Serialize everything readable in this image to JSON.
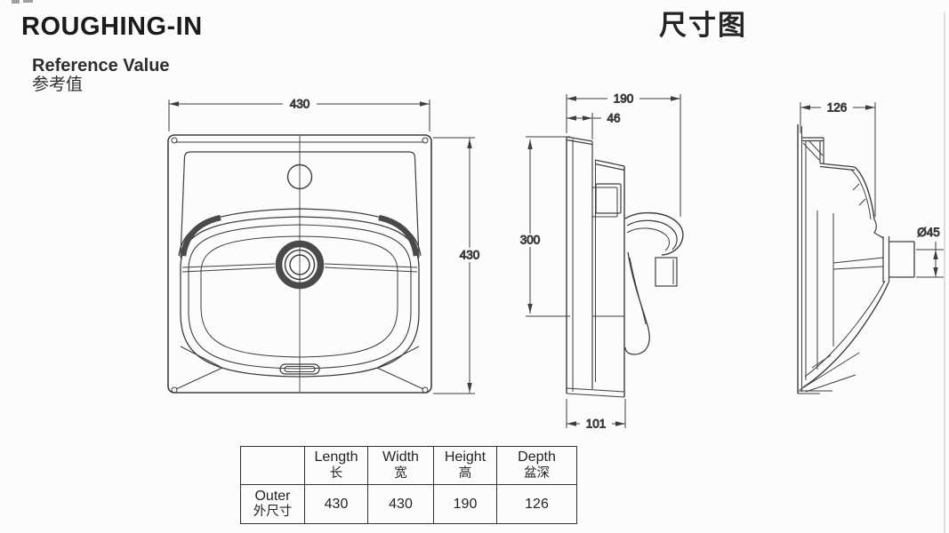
{
  "header": {
    "title_en": "ROUGHING-IN",
    "title_zh": "尺寸图",
    "reference_en": "Reference Value",
    "reference_zh": "参考值"
  },
  "dims": {
    "front_width": "430",
    "front_height": "430",
    "side_depth": "190",
    "side_wall_offset": "46",
    "side_height": "300",
    "side_base_depth": "101",
    "section_depth": "126",
    "drain_diameter": "Ø45"
  },
  "table": {
    "columns": [
      {
        "en": "Length",
        "zh": "长"
      },
      {
        "en": "Width",
        "zh": "宽"
      },
      {
        "en": "Height",
        "zh": "高"
      },
      {
        "en": "Depth",
        "zh": "盆深"
      }
    ],
    "row": {
      "label_en": "Outer",
      "label_zh": "外尺寸",
      "values": [
        "430",
        "430",
        "190",
        "126"
      ]
    }
  }
}
